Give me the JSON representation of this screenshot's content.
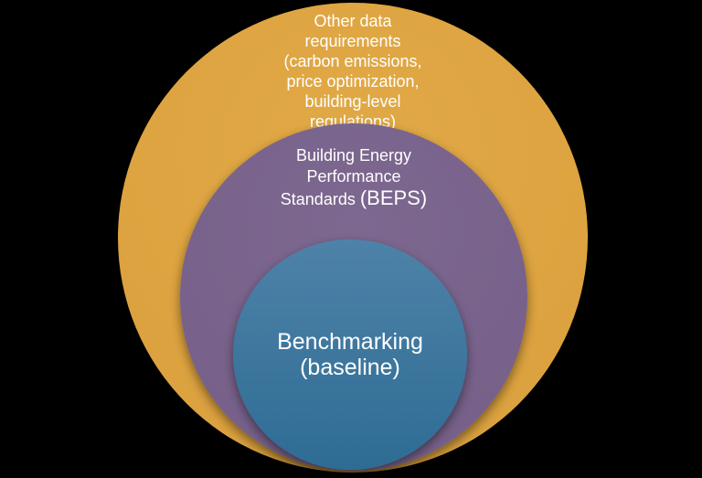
{
  "canvas": {
    "background": "#000000"
  },
  "diagram": {
    "type": "nested-circles",
    "text_color": "#ffffff",
    "rings": [
      {
        "name": "other-data-requirements",
        "lines": [
          "Other data",
          "requirements",
          "(carbon emissions,",
          "price optimization,",
          "building-level",
          "regulations)"
        ],
        "fill": "#dca23f",
        "fill_highlight": "#e1a946",
        "text_color": "#ffffff"
      },
      {
        "name": "building-energy-performance-standards",
        "lines": [
          "Building Energy",
          "Performance"
        ],
        "last_line_text": "Standards",
        "last_line_acronym": "(BEPS)",
        "fill": "#77618a",
        "fill_highlight": "#7d6890",
        "text_color": "#ffffff"
      },
      {
        "name": "benchmarking-baseline",
        "lines": [
          "Benchmarking",
          "(baseline)"
        ],
        "fill_top": "#4e82a8",
        "fill_bottom": "#2e6c94",
        "text_color": "#ffffff"
      }
    ]
  }
}
